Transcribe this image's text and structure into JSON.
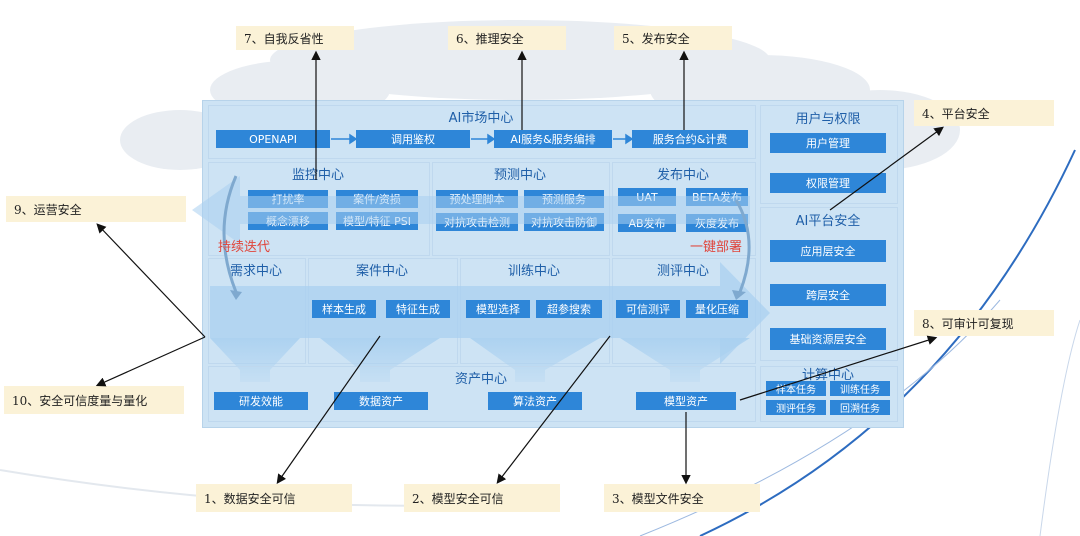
{
  "callouts": {
    "c7": "7、自我反省性",
    "c6": "6、推理安全",
    "c5": "5、发布安全",
    "c4": "4、平台安全",
    "c9": "9、运营安全",
    "c8": "8、可审计可复现",
    "c10": "10、安全可信度量与量化",
    "c1": "1、数据安全可信",
    "c2": "2、模型安全可信",
    "c3": "3、模型文件安全"
  },
  "market": {
    "title": "AI市场中心",
    "items": [
      "OPENAPI",
      "调用鉴权",
      "AI服务&服务编排",
      "服务合约&计费"
    ]
  },
  "user": {
    "title": "用户与权限",
    "items": [
      "用户管理",
      "权限管理"
    ]
  },
  "platform": {
    "title": "AI平台安全",
    "items": [
      "应用层安全",
      "跨层安全",
      "基础资源层安全"
    ]
  },
  "monitor": {
    "title": "监控中心",
    "items": [
      "打扰率",
      "案件/资损",
      "概念漂移",
      "模型/特征 PSI"
    ]
  },
  "predict": {
    "title": "预测中心",
    "items": [
      "预处理脚本",
      "预测服务",
      "对抗攻击检测",
      "对抗攻击防御"
    ]
  },
  "release": {
    "title": "发布中心",
    "items": [
      "UAT",
      "BETA发布",
      "AB发布",
      "灰度发布"
    ]
  },
  "loop_labels": {
    "left": "持续迭代",
    "right": "一键部署"
  },
  "demand": {
    "title": "需求中心"
  },
  "case": {
    "title": "案件中心",
    "items": [
      "样本生成",
      "特征生成"
    ]
  },
  "train": {
    "title": "训练中心",
    "items": [
      "模型选择",
      "超参搜索"
    ]
  },
  "eval": {
    "title": "测评中心",
    "items": [
      "可信测评",
      "量化压缩"
    ]
  },
  "asset": {
    "title": "资产中心",
    "items": [
      "研发效能",
      "数据资产",
      "算法资产",
      "模型资产"
    ]
  },
  "compute": {
    "title": "计算中心",
    "items": [
      "样本任务",
      "训练任务",
      "测评任务",
      "回溯任务"
    ]
  }
}
